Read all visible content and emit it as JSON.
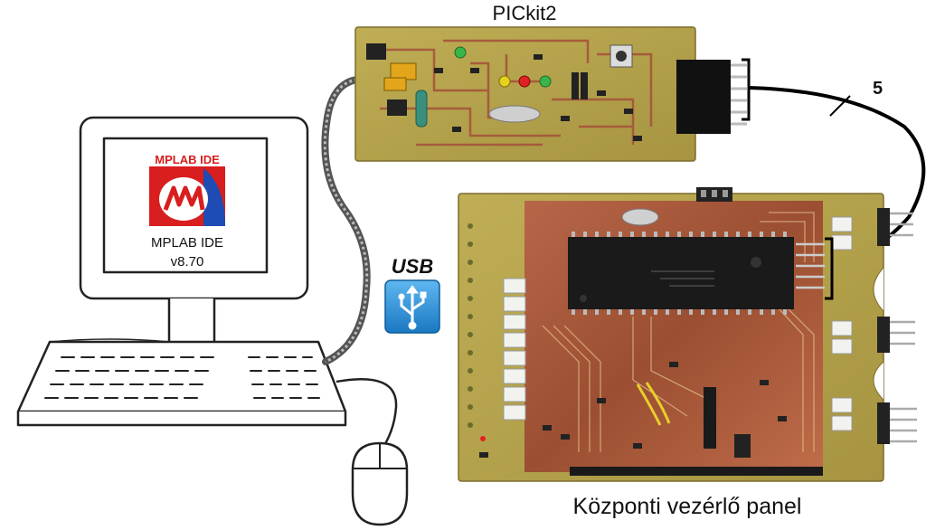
{
  "programmer": {
    "title": "PICkit2"
  },
  "monitor": {
    "logo_text": "MPLAB IDE",
    "app_name": "MPLAB IDE",
    "app_version": "v8.70"
  },
  "usb": {
    "label": "USB"
  },
  "cable": {
    "wire_count": "5"
  },
  "control_board": {
    "caption": "Központi vezérlő panel"
  },
  "colors": {
    "pcb_green": "#b3a24a",
    "copper": "#a5553a",
    "chip_black": "#1a1a1a",
    "usb_blue": "#1f8fdc",
    "mplab_red": "#d81e1e",
    "mplab_blue": "#1f4bb5"
  },
  "icons": [
    "usb-icon",
    "mplab-logo-icon",
    "computer-icon",
    "mouse-icon"
  ]
}
